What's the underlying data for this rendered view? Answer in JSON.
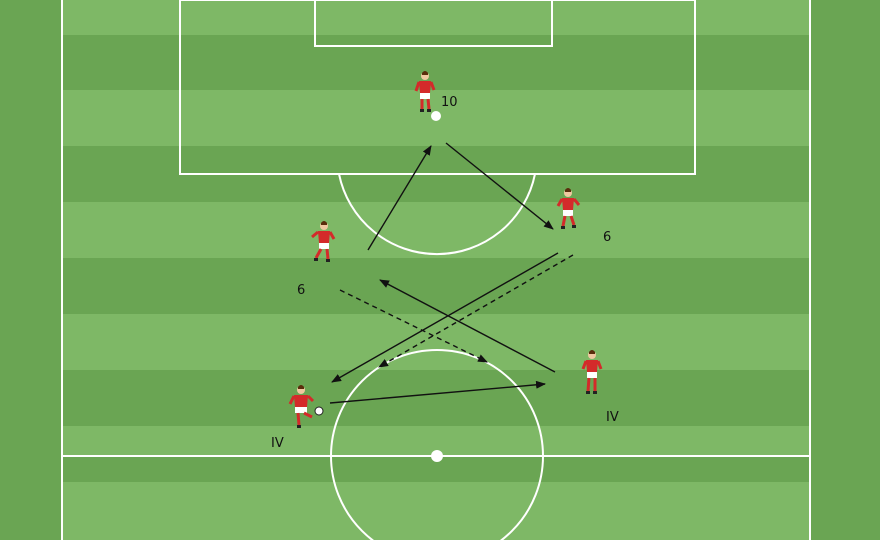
{
  "colors": {
    "grass_dark": "#6aa553",
    "grass_light": "#7eb866",
    "line": "#ffffff",
    "arrow": "#111111",
    "shirt": "#d42a2a",
    "shorts": "#ffffff"
  },
  "players": [
    {
      "role": "striker",
      "label": "10"
    },
    {
      "role": "right-midfielder",
      "label": "6"
    },
    {
      "role": "left-midfielder",
      "label": "6"
    },
    {
      "role": "left-defender",
      "label": "IV"
    },
    {
      "role": "right-defender",
      "label": "IV"
    }
  ],
  "passes": [
    {
      "from": "left-defender",
      "to": "right-defender",
      "style": "solid"
    },
    {
      "from": "right-defender",
      "to": "left-midfielder",
      "style": "solid"
    },
    {
      "from": "left-midfielder",
      "to": "striker",
      "style": "solid"
    },
    {
      "from": "striker",
      "to": "right-midfielder",
      "style": "solid"
    },
    {
      "from": "right-midfielder",
      "to": "left-defender",
      "style": "solid"
    }
  ],
  "runs": [
    {
      "player": "left-midfielder",
      "style": "dashed"
    },
    {
      "player": "right-midfielder",
      "style": "dashed"
    }
  ]
}
